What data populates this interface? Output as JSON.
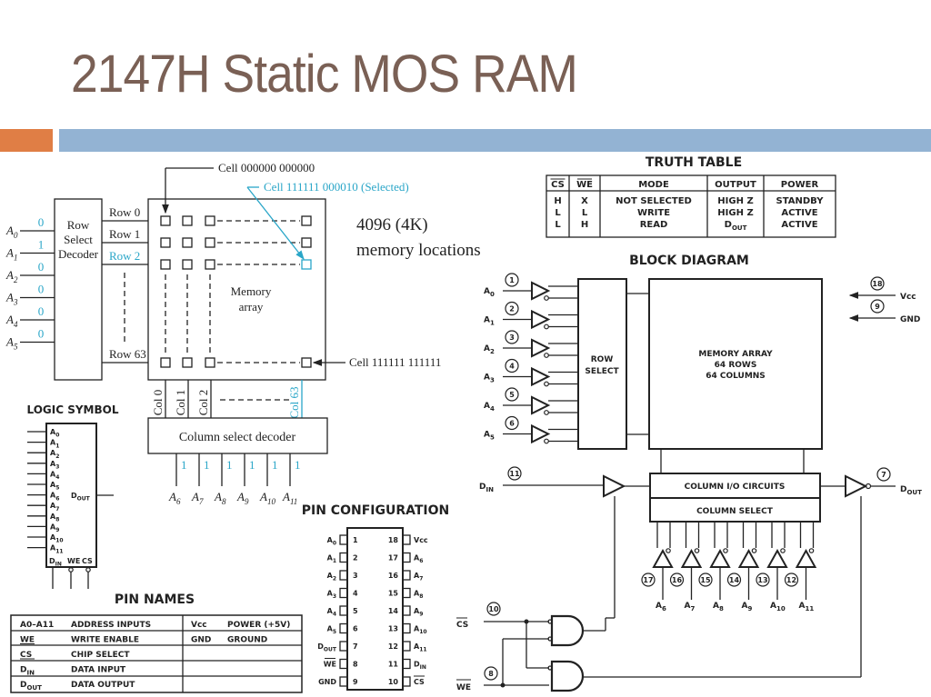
{
  "slide": {
    "title": "2147H Static MOS RAM",
    "colors": {
      "title": "#7a6055",
      "accent_orange": "#e07e45",
      "accent_blue": "#93b3d3",
      "highlight_cyan": "#2aa6c8"
    }
  },
  "memory_diagram": {
    "cell_top": "Cell  000000  000000",
    "cell_selected": "Cell  111111  000010 (Selected)",
    "cell_bottom": "Cell  111111  111111",
    "capacity_line1": "4096 (4K)",
    "capacity_line2": "memory locations",
    "decoder_label": [
      "Row",
      "Select",
      "Decoder"
    ],
    "row_labels": [
      "Row 0",
      "Row 1",
      "Row 2",
      "Row 63"
    ],
    "array_label": [
      "Memory",
      "array"
    ],
    "address_inputs": [
      {
        "name": "A",
        "sub": "0",
        "bit": "0"
      },
      {
        "name": "A",
        "sub": "1",
        "bit": "1"
      },
      {
        "name": "A",
        "sub": "2",
        "bit": "0"
      },
      {
        "name": "A",
        "sub": "3",
        "bit": "0"
      },
      {
        "name": "A",
        "sub": "4",
        "bit": "0"
      },
      {
        "name": "A",
        "sub": "5",
        "bit": "0"
      }
    ],
    "col_labels": [
      "Col 0",
      "Col 1",
      "Col 2",
      "Col 63"
    ],
    "column_decoder_label": "Column select decoder",
    "column_inputs": [
      {
        "name": "A",
        "sub": "6",
        "bit": "1"
      },
      {
        "name": "A",
        "sub": "7",
        "bit": "1"
      },
      {
        "name": "A",
        "sub": "8",
        "bit": "1"
      },
      {
        "name": "A",
        "sub": "9",
        "bit": "1"
      },
      {
        "name": "A",
        "sub": "10",
        "bit": "1"
      },
      {
        "name": "A",
        "sub": "11",
        "bit": "1"
      }
    ]
  },
  "truth_table": {
    "title": "TRUTH TABLE",
    "headers": [
      "CS",
      "WE",
      "MODE",
      "OUTPUT",
      "POWER"
    ],
    "rows": [
      [
        "H",
        "X",
        "NOT SELECTED",
        "HIGH Z",
        "STANDBY"
      ],
      [
        "L",
        "L",
        "WRITE",
        "HIGH Z",
        "ACTIVE"
      ],
      [
        "L",
        "H",
        "READ",
        "DOUT",
        "ACTIVE"
      ]
    ]
  },
  "block_diagram": {
    "title": "BLOCK DIAGRAM",
    "row_inputs": [
      {
        "label": "A0",
        "pin": "1"
      },
      {
        "label": "A1",
        "pin": "2"
      },
      {
        "label": "A2",
        "pin": "3"
      },
      {
        "label": "A3",
        "pin": "4"
      },
      {
        "label": "A4",
        "pin": "5"
      },
      {
        "label": "A5",
        "pin": "6"
      }
    ],
    "row_select": [
      "ROW",
      "SELECT"
    ],
    "memory_array": [
      "MEMORY ARRAY",
      "64 ROWS",
      "64 COLUMNS"
    ],
    "power": [
      {
        "label": "Vcc",
        "pin": "18"
      },
      {
        "label": "GND",
        "pin": "9"
      }
    ],
    "din": {
      "label": "DIN",
      "pin": "11"
    },
    "dout": {
      "label": "DOUT",
      "pin": "7"
    },
    "column_io": "COLUMN I/O CIRCUITS",
    "column_select": "COLUMN SELECT",
    "column_inputs": [
      {
        "label": "A6",
        "pin": "17"
      },
      {
        "label": "A7",
        "pin": "16"
      },
      {
        "label": "A8",
        "pin": "15"
      },
      {
        "label": "A9",
        "pin": "14"
      },
      {
        "label": "A10",
        "pin": "13"
      },
      {
        "label": "A11",
        "pin": "12"
      }
    ],
    "cs": {
      "label": "CS",
      "pin": "10"
    },
    "we": {
      "label": "WE",
      "pin": "8"
    }
  },
  "logic_symbol": {
    "title": "LOGIC SYMBOL",
    "inputs": [
      "A0",
      "A1",
      "A2",
      "A3",
      "A4",
      "A5",
      "A6",
      "A7",
      "A8",
      "A9",
      "A10",
      "A11"
    ],
    "output": "DOUT",
    "bottom": [
      "DIN",
      "WE",
      "CS"
    ]
  },
  "pin_configuration": {
    "title": "PIN CONFIGURATION",
    "left": [
      {
        "pin": "1",
        "name": "A0"
      },
      {
        "pin": "2",
        "name": "A1"
      },
      {
        "pin": "3",
        "name": "A2"
      },
      {
        "pin": "4",
        "name": "A3"
      },
      {
        "pin": "5",
        "name": "A4"
      },
      {
        "pin": "6",
        "name": "A5"
      },
      {
        "pin": "7",
        "name": "DOUT"
      },
      {
        "pin": "8",
        "name": "WE"
      },
      {
        "pin": "9",
        "name": "GND"
      }
    ],
    "right": [
      {
        "pin": "18",
        "name": "Vcc"
      },
      {
        "pin": "17",
        "name": "A6"
      },
      {
        "pin": "16",
        "name": "A7"
      },
      {
        "pin": "15",
        "name": "A8"
      },
      {
        "pin": "14",
        "name": "A9"
      },
      {
        "pin": "13",
        "name": "A10"
      },
      {
        "pin": "12",
        "name": "A11"
      },
      {
        "pin": "11",
        "name": "DIN"
      },
      {
        "pin": "10",
        "name": "CS"
      }
    ]
  },
  "pin_names": {
    "title": "PIN NAMES",
    "rows": [
      [
        "A0-A11",
        "ADDRESS INPUTS",
        "Vcc",
        "POWER (+5V)"
      ],
      [
        "WE",
        "WRITE ENABLE",
        "GND",
        "GROUND"
      ],
      [
        "CS",
        "CHIP SELECT",
        "",
        ""
      ],
      [
        "DIN",
        "DATA INPUT",
        "",
        ""
      ],
      [
        "DOUT",
        "DATA OUTPUT",
        "",
        ""
      ]
    ]
  }
}
